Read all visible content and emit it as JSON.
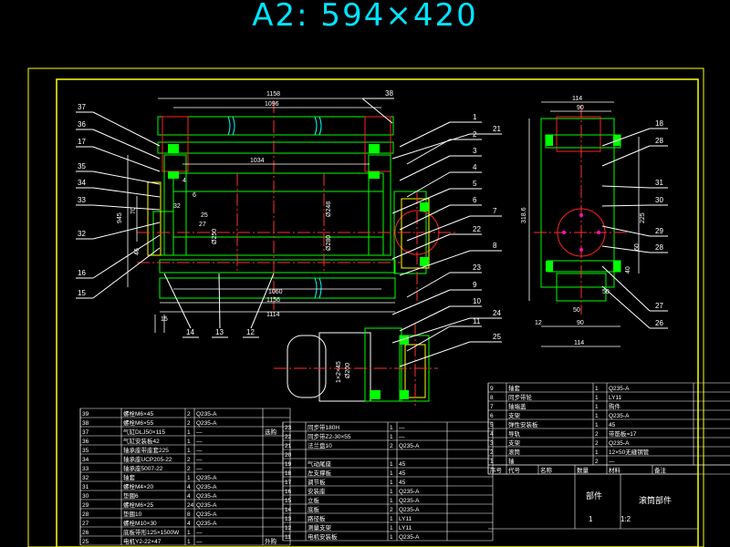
{
  "title": "A2: 594×420",
  "colors": {
    "border": "#ffff00",
    "green": "#00ff00",
    "cyan": "#00ffff",
    "red": "#ff2020",
    "white": "#ffffff",
    "magenta": "#ff00ff",
    "center": "#ff3030"
  },
  "front_dims": {
    "d1158": "1158",
    "d1096": "1096",
    "d1034": "1034",
    "d1060": "1060",
    "d1156": "1156",
    "d1114": "1114",
    "d945": "945",
    "d70": "70",
    "d4": "4",
    "d6": "6",
    "d15": "15",
    "d46": "46",
    "d25": "25",
    "d32": "32",
    "d27": "27",
    "d250": "Ø250",
    "d248": "Ø248",
    "d280": "Ø280"
  },
  "front_callouts_left": [
    "37",
    "36",
    "17",
    "35",
    "34",
    "33",
    "32",
    "16",
    "15"
  ],
  "front_callouts_bottom": [
    "14",
    "13",
    "12"
  ],
  "front_callouts_right": [
    "38",
    "1",
    "2",
    "21",
    "3",
    "4",
    "5",
    "6",
    "7",
    "22",
    "8",
    "23",
    "9",
    "10",
    "11",
    "24",
    "25"
  ],
  "motor_dims": {
    "d1": "Ø200",
    "d2": "1×2×45"
  },
  "side_dims": {
    "d114": "114",
    "d90": "90",
    "d318": "318.6",
    "d225": "225",
    "d40": "40",
    "d60": "60",
    "d50": "50",
    "d12": "12",
    "d90b": "90",
    "d114b": "114",
    "d50b": "50"
  },
  "side_callouts": [
    "18",
    "28",
    "31",
    "30",
    "29",
    "28",
    "27",
    "26"
  ],
  "bom_left": [
    [
      "39",
      "螺栓M6×45",
      "2",
      "Q235-A",
      ""
    ],
    [
      "38",
      "螺栓M6×55",
      "2",
      "Q235-A",
      ""
    ],
    [
      "37",
      "气缸DLJ50×115",
      "1",
      "—",
      "选购"
    ],
    [
      "36",
      "气缸安装板42",
      "1",
      "—",
      ""
    ],
    [
      "35",
      "轴承座带座套225",
      "1",
      "—",
      ""
    ],
    [
      "34",
      "轴承座UCP205-22",
      "2",
      "—",
      ""
    ],
    [
      "33",
      "轴承座5007-22",
      "2",
      "—",
      ""
    ],
    [
      "32",
      "轴套",
      "1",
      "Q235-A",
      ""
    ],
    [
      "31",
      "螺栓M4×20",
      "4",
      "Q235-A",
      ""
    ],
    [
      "30",
      "垫圇6",
      "4",
      "Q235-A",
      ""
    ],
    [
      "29",
      "螺栓M6×25",
      "24",
      "Q235-A",
      ""
    ],
    [
      "28",
      "垫圇10",
      "8",
      "Q235-A",
      ""
    ],
    [
      "27",
      "螺栓M10×30",
      "4",
      "Q235-A",
      ""
    ],
    [
      "26",
      "底板带形125×1500W",
      "1",
      "—",
      ""
    ],
    [
      "25",
      "电机Y2-22×47",
      "1",
      "—",
      "外购"
    ]
  ],
  "bom_mid": [
    [
      "23",
      "同步带180H",
      "1",
      "—",
      ""
    ],
    [
      "22",
      "同步带Z2-30×55",
      "1",
      "—",
      ""
    ],
    [
      "21",
      "法兰盘10",
      "2",
      "Q235-A",
      ""
    ],
    [
      "20",
      "",
      "",
      "",
      ""
    ],
    [
      "19",
      "气动尾座",
      "1",
      "45",
      ""
    ],
    [
      "18",
      "左支撑板",
      "1",
      "45",
      ""
    ],
    [
      "17",
      "调节板",
      "1",
      "45",
      ""
    ],
    [
      "16",
      "安装座",
      "1",
      "Q235-A",
      ""
    ],
    [
      "15",
      "立板",
      "1",
      "Q235-A",
      ""
    ],
    [
      "14",
      "底板",
      "2",
      "Q235-A",
      ""
    ],
    [
      "13",
      "路径板",
      "1",
      "LY11",
      ""
    ],
    [
      "12",
      "测量支架",
      "1",
      "LY11",
      ""
    ],
    [
      "11",
      "电机安装板",
      "1",
      "Q235-A",
      ""
    ]
  ],
  "bom_right": [
    [
      "9",
      "轴套",
      "1",
      "Q235-A",
      ""
    ],
    [
      "8",
      "同步带轮",
      "1",
      "LY11",
      ""
    ],
    [
      "7",
      "轴端盖",
      "1",
      "购件",
      ""
    ],
    [
      "6",
      "支架",
      "1",
      "Q235-A",
      ""
    ],
    [
      "5",
      "弹性安装板",
      "1",
      "45",
      ""
    ],
    [
      "4",
      "导轨",
      "2",
      "带筋板=17",
      ""
    ],
    [
      "3",
      "支架",
      "2",
      "Q235-A",
      ""
    ],
    [
      "2",
      "滚筒",
      "1",
      "12×50无缝钢管",
      ""
    ],
    [
      "1",
      "轴",
      "2",
      "—",
      ""
    ]
  ],
  "bom_head": [
    "序号",
    "代号",
    "名称",
    "数量",
    "材料",
    "备注"
  ],
  "title_block": {
    "part": "部件",
    "name": "滚筒部件",
    "qty": "1",
    "scale": "1:2"
  }
}
